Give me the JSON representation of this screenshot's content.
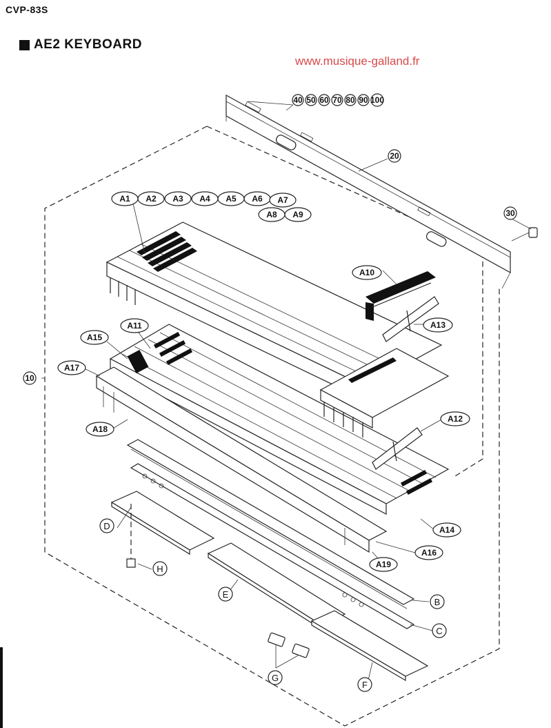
{
  "header": {
    "model": "CVP-83S",
    "section_title": "AE2 KEYBOARD",
    "website": "www.musique-galland.fr"
  },
  "callouts": {
    "p10": "10",
    "p20": "20",
    "p30": "30",
    "p40": "40",
    "p50": "50",
    "p60": "60",
    "p70": "70",
    "p80": "80",
    "p90": "90",
    "p100": "100",
    "a1": "A1",
    "a2": "A2",
    "a3": "A3",
    "a4": "A4",
    "a5": "A5",
    "a6": "A6",
    "a7": "A7",
    "a8": "A8",
    "a9": "A9",
    "a10": "A10",
    "a11": "A11",
    "a12": "A12",
    "a13": "A13",
    "a14": "A14",
    "a15": "A15",
    "a16": "A16",
    "a17": "A17",
    "a18": "A18",
    "a19": "A19",
    "b": "B",
    "c": "C",
    "d": "D",
    "e": "E",
    "f": "F",
    "g": "G",
    "h": "H"
  }
}
